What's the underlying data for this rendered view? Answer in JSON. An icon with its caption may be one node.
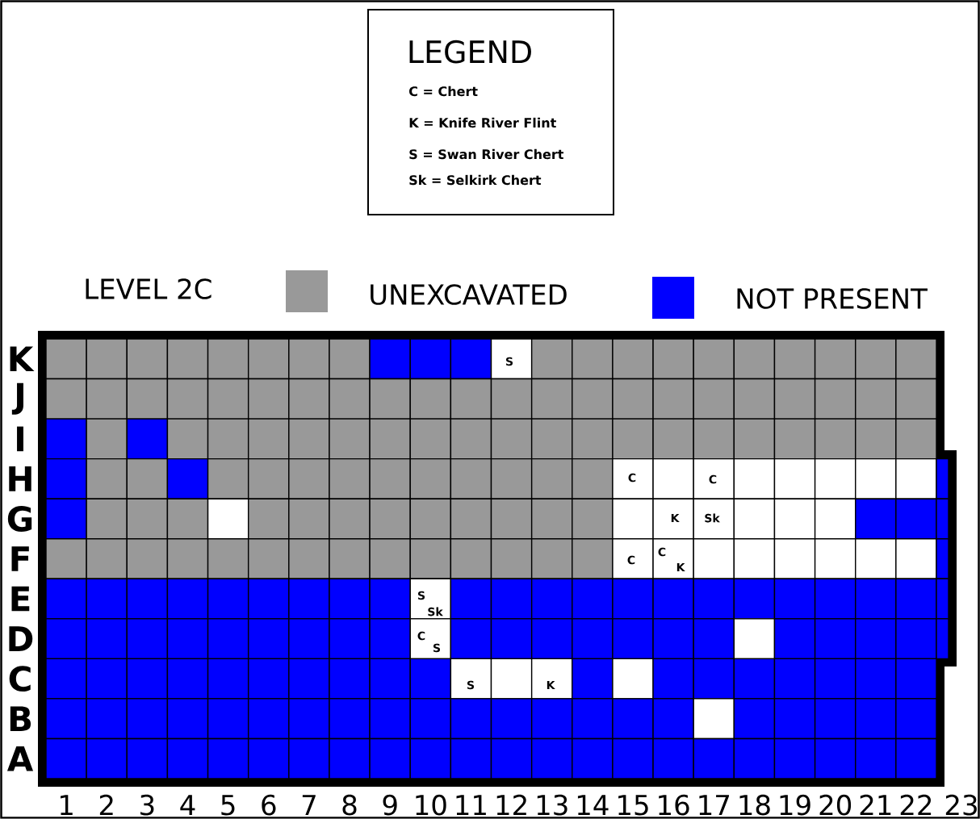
{
  "diagram": {
    "labels": [
      "LEGEND",
      "LEVEL 2C",
      "K",
      "S",
      "J",
      "I",
      "H",
      "C",
      "C",
      "G",
      "K",
      "Sk",
      "F",
      "C",
      "C",
      "K",
      "E",
      "S",
      "Sk",
      "D",
      "C",
      "S",
      "C",
      "S",
      "K",
      "B",
      "A",
      "1",
      "2",
      "3",
      "4",
      "5",
      "6",
      "7",
      "8",
      "9",
      "10",
      "11",
      "12",
      "13",
      "14",
      "15",
      "16",
      "17",
      "18",
      "19",
      "20",
      "21",
      "22",
      "23"
    ],
    "legend": [
      {
        "text": "C = Chert"
      },
      {
        "text": "K = Knife River Flint"
      },
      {
        "text": "S = Swan River Chert"
      },
      {
        "text": "Sk = Selkirk Chert"
      },
      {
        "text": "UNEXCAVATED",
        "color": "#999999"
      },
      {
        "text": "NOT PRESENT",
        "color": "#0000ff"
      }
    ]
  }
}
